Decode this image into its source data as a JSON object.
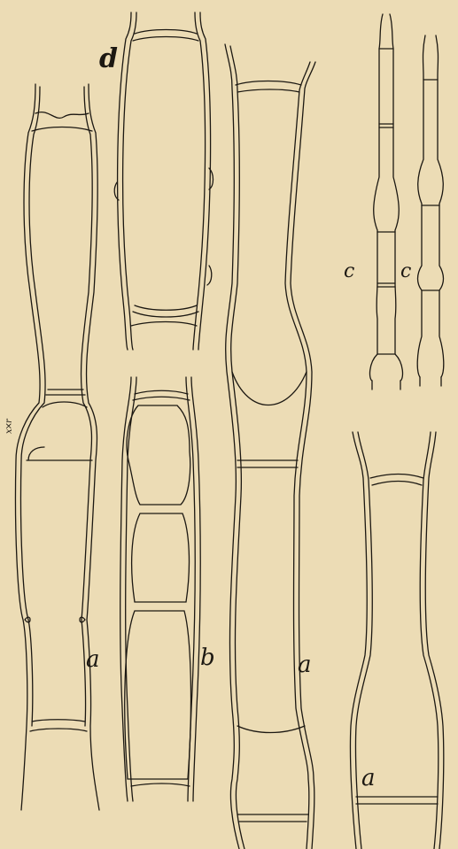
{
  "figure": {
    "labels": {
      "a_far_left": "a",
      "b": "b",
      "a_center": "a",
      "a_lower_right": "a",
      "c_left": "c",
      "c_right": "c",
      "d": "d",
      "scale_mark": "x×r"
    },
    "colors": {
      "paper": "#ecdcb5",
      "ink": "#1c1812"
    }
  }
}
